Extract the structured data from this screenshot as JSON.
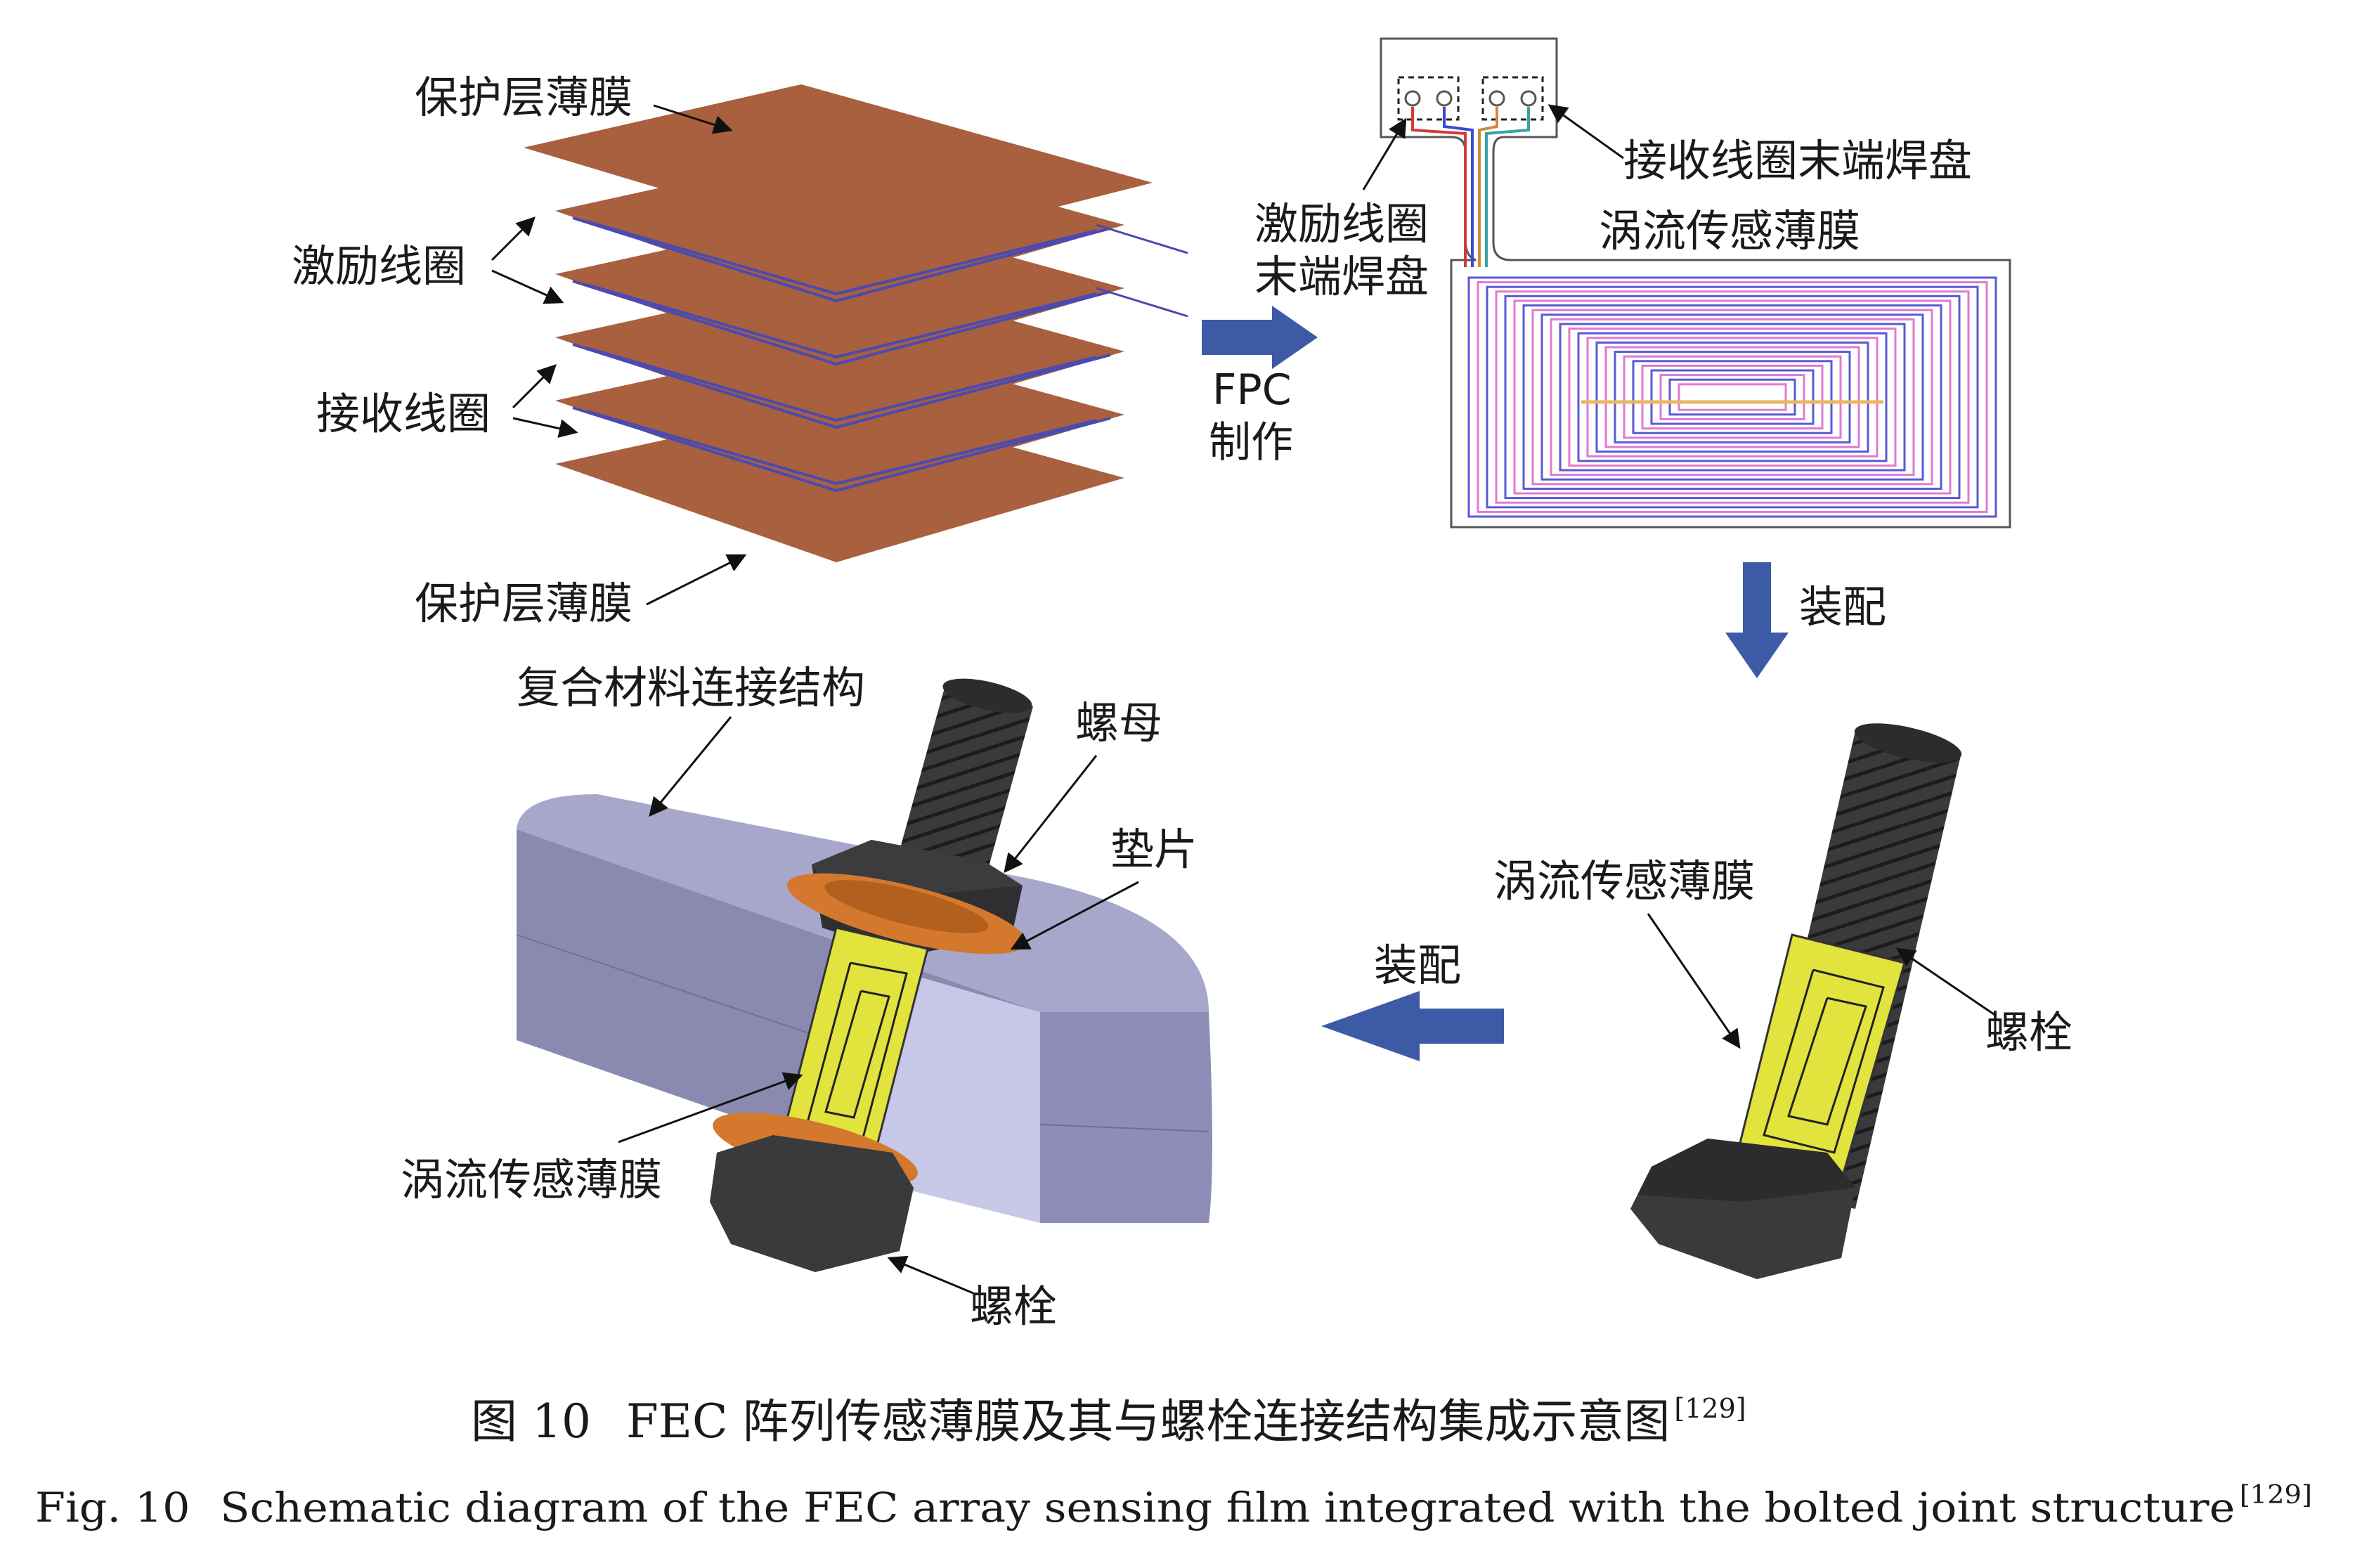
{
  "labels": {
    "protective_film_top": "保护层薄膜",
    "protective_film_bottom": "保护层薄膜",
    "excitation_coil": "激励线圈",
    "receiving_coil": "接收线圈",
    "fpc_line1": "FPC",
    "fpc_line2": "制作",
    "receive_pad": "接收线圈末端焊盘",
    "excite_pad_line1": "激励线圈",
    "excite_pad_line2": "末端焊盘",
    "eddy_film_top": "涡流传感薄膜",
    "assembly_1": "装配",
    "assembly_2": "装配",
    "eddy_film_bolt": "涡流传感薄膜",
    "bolt_right": "螺栓",
    "composite_structure": "复合材料连接结构",
    "nut": "螺母",
    "washer": "垫片",
    "eddy_film_joint": "涡流传感薄膜",
    "bolt_left": "螺栓"
  },
  "caption": {
    "cn_prefix": "图 10",
    "cn_text": "FEC 阵列传感薄膜及其与螺栓连接结构集成示意图",
    "cn_ref": "[129]",
    "en_prefix": "Fig. 10",
    "en_text": "Schematic diagram of the FEC array sensing film integrated with the bolted joint structure",
    "en_ref": "[129]"
  },
  "colors": {
    "film": "#a8603e",
    "coil": "#4a4ab0",
    "arrow": "#3d5aa6",
    "bolt": "#3a3a3c",
    "sensor": "#e2e33c",
    "washer": "#d4782e",
    "composite": "#a7a7cc"
  }
}
